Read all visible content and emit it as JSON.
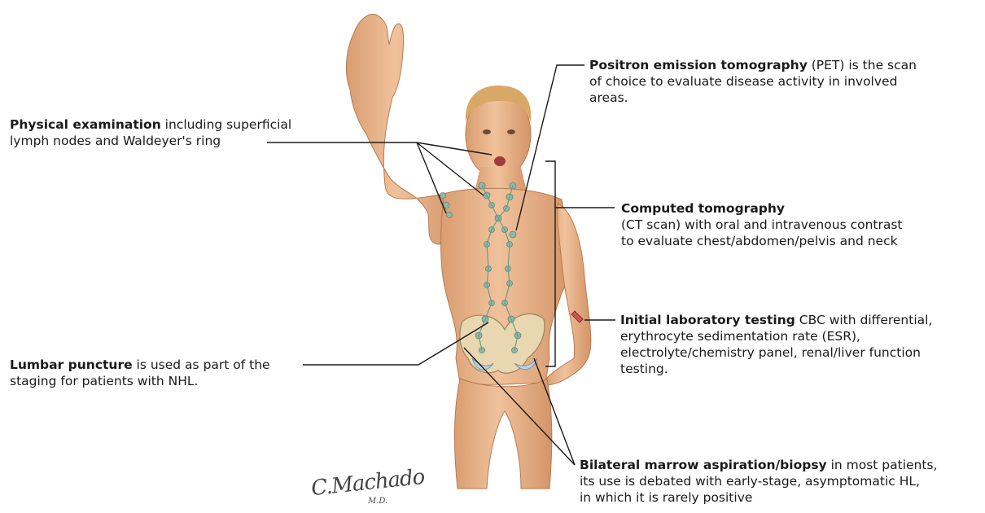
{
  "labels": {
    "physical": {
      "bold": "Physical examination",
      "line1_rest": " including superficial",
      "line2": "lymph nodes and Waldeyer's ring"
    },
    "pet": {
      "bold": "Positron emission tomography",
      "line1_rest": " (PET) is the scan",
      "line2": "of choice to evaluate disease activity in involved",
      "line3": "areas."
    },
    "ct": {
      "bold": "Computed tomography",
      "line2": "(CT scan) with oral and intravenous contrast",
      "line3": "to evaluate chest/abdomen/pelvis and neck"
    },
    "lab": {
      "bold": "Initial laboratory testing",
      "line1_rest": " CBC with differential,",
      "line2": "erythrocyte sedimentation rate (ESR),",
      "line3": "electrolyte/chemistry panel, renal/liver function",
      "line4": "testing."
    },
    "lumbar": {
      "bold": "Lumbar puncture",
      "line1_rest": " is used as part of the",
      "line2": "staging for patients with NHL."
    },
    "marrow": {
      "bold": "Bilateral marrow aspiration/biopsy",
      "line1_rest": " in most patients,",
      "line2": "its use is debated with early-stage, asymptomatic HL,",
      "line3": "in which it is rarely positive"
    }
  },
  "signature": {
    "name": "C.Machado",
    "suffix": "M.D."
  },
  "colors": {
    "skin": "#eab48a",
    "skin_shadow": "#c98a5e",
    "hair": "#d9a866",
    "lymph": "#8fb8a8",
    "bone": "#e8d7b0",
    "leader_line": "#1a1a1a"
  }
}
